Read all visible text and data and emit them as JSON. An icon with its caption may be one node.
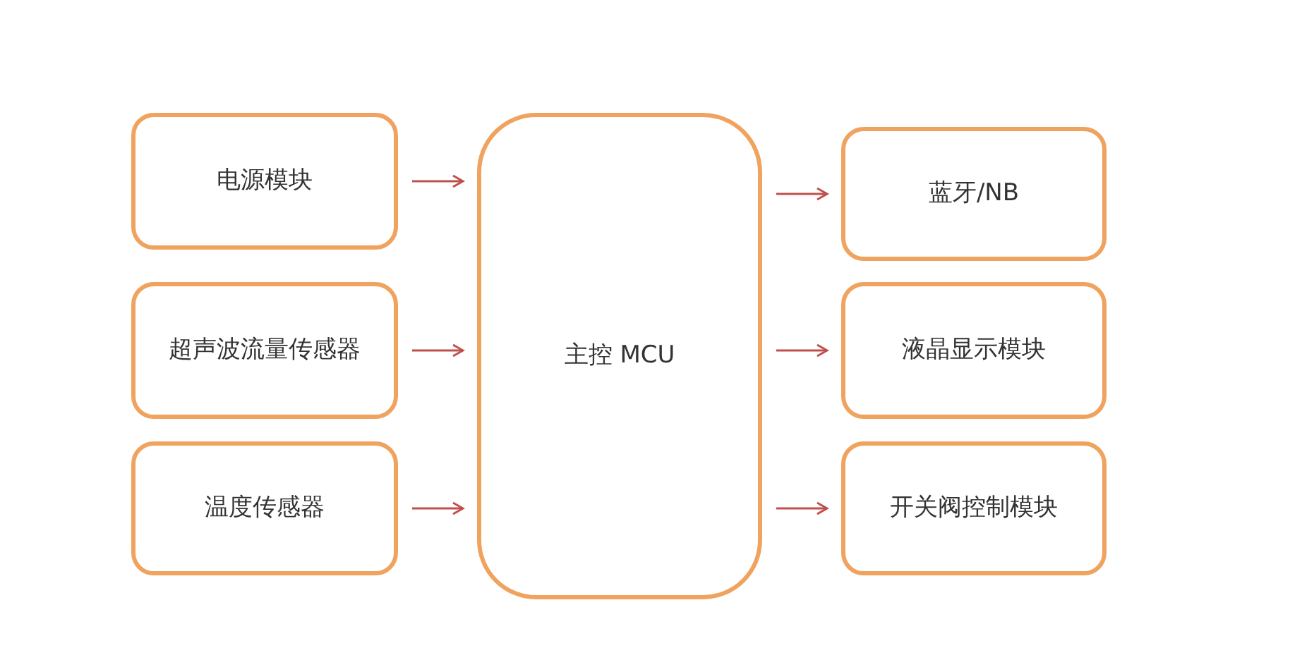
{
  "diagram": {
    "nodes": [
      {
        "text": [
          "电源模块"
        ]
      },
      {
        "text": [
          "超声波流量传感器"
        ]
      },
      {
        "text": [
          "温度传感器"
        ]
      },
      {
        "text": [
          "主控 MCU"
        ]
      },
      {
        "text": [
          "蓝牙/NB"
        ]
      },
      {
        "text": [
          "液晶显示模块"
        ]
      },
      {
        "text": [
          "开关阀控制模块"
        ]
      }
    ],
    "edges": [
      {
        "from": 0,
        "to": 3,
        "arrow": "to"
      },
      {
        "from": 1,
        "to": 3,
        "arrow": "to"
      },
      {
        "from": 2,
        "to": 3,
        "arrow": "to"
      },
      {
        "from": 3,
        "to": 4,
        "arrow": "to"
      },
      {
        "from": 3,
        "to": 5,
        "arrow": "to"
      },
      {
        "from": 3,
        "to": 6,
        "arrow": "to"
      }
    ]
  }
}
